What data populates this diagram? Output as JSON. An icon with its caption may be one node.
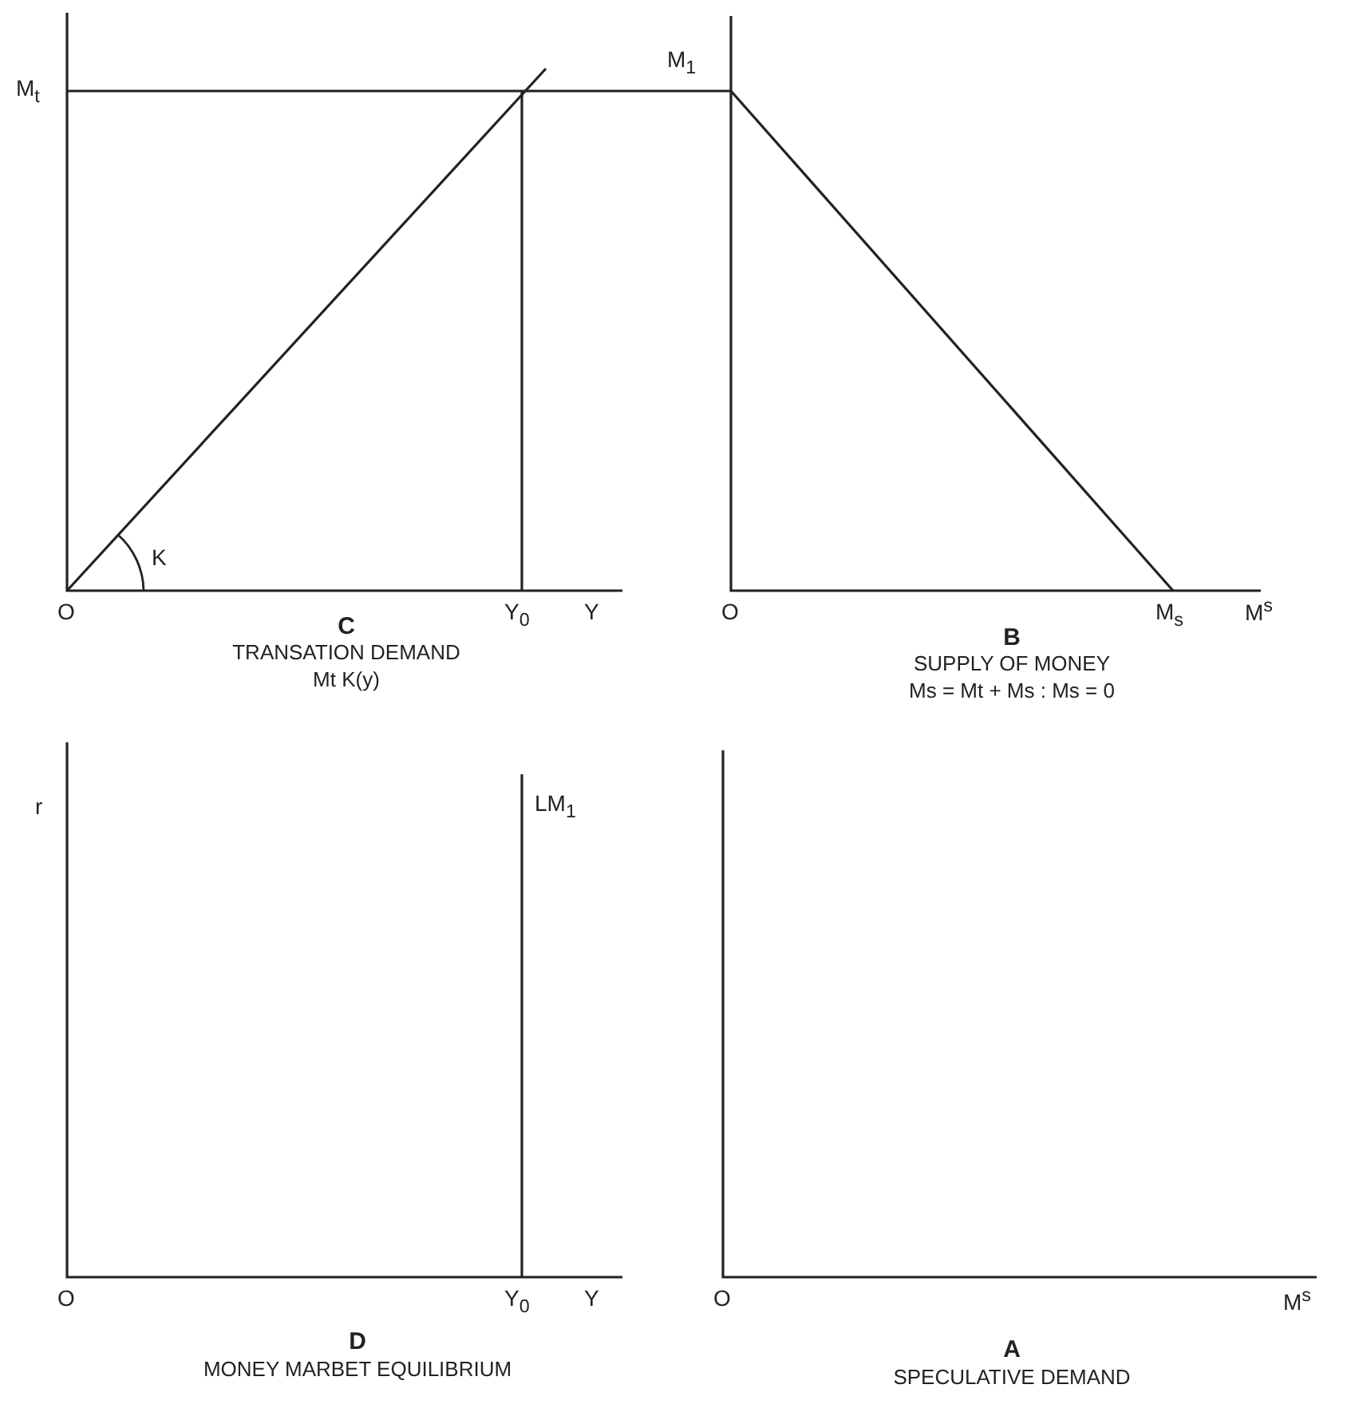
{
  "diagram": {
    "labels": [
      "M$_{t}$",
      "M$_{1}$",
      "K",
      "O",
      "Y$_{0}$",
      "Y",
      "O",
      "M$_{s}$",
      "M$^{s}$",
      "C",
      "TRANSATION DEMAND",
      "Mt K(y)",
      "B",
      "SUPPLY OF MONEY",
      "Ms = Mt + Ms : Ms = 0",
      "r",
      "LM$_{1}$",
      "O",
      "Y$_{0}$",
      "Y",
      "O",
      "M$^{s}$",
      "D",
      "MONEY MARBET EQUILIBRIUM",
      "A",
      "SPECULATIVE DEMAND"
    ]
  }
}
